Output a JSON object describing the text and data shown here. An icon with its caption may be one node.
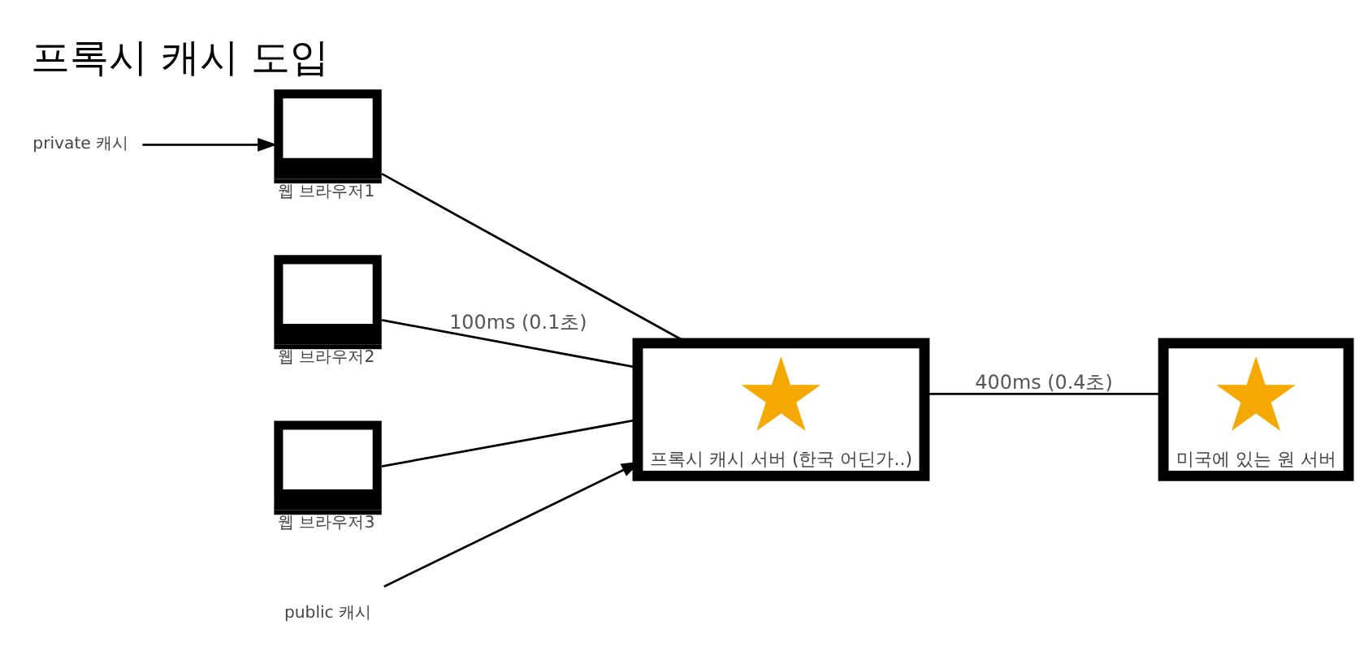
{
  "diagram": {
    "title": "프록시 캐시 도입",
    "nodes": [
      {
        "text": [
          "private 캐시"
        ]
      },
      {
        "text": [],
        "shape": "monitor",
        "beside": [
          "웹 브라우저1"
        ]
      },
      {
        "text": [],
        "shape": "monitor",
        "beside": [
          "웹 브라우저2"
        ]
      },
      {
        "text": [],
        "shape": "monitor",
        "beside": [
          "웹 브라우저3"
        ]
      },
      {
        "text": [
          "public 캐시"
        ]
      },
      {
        "text": [],
        "shape": "monitor",
        "beside": [
          "프록시 캐시 서버 (한국 어딘가..)"
        ]
      },
      {
        "text": [],
        "shape": "star",
        "in": 5
      },
      {
        "text": [],
        "shape": "monitor",
        "beside": [
          "미국에 있는 원 서버"
        ]
      },
      {
        "text": [],
        "shape": "star",
        "in": 7
      }
    ],
    "edges": [
      {
        "from": 0,
        "to": 1,
        "arrow": "to"
      },
      {
        "from": 4,
        "to": 5,
        "arrow": "to"
      },
      {
        "from": 1,
        "to": 5,
        "arrow": "none"
      },
      {
        "from": 2,
        "to": 5,
        "arrow": "none",
        "label": "100ms (0.1초)"
      },
      {
        "from": 3,
        "to": 5,
        "arrow": "none"
      },
      {
        "from": 5,
        "to": 7,
        "arrow": "none",
        "label": "400ms (0.4초)"
      }
    ]
  }
}
